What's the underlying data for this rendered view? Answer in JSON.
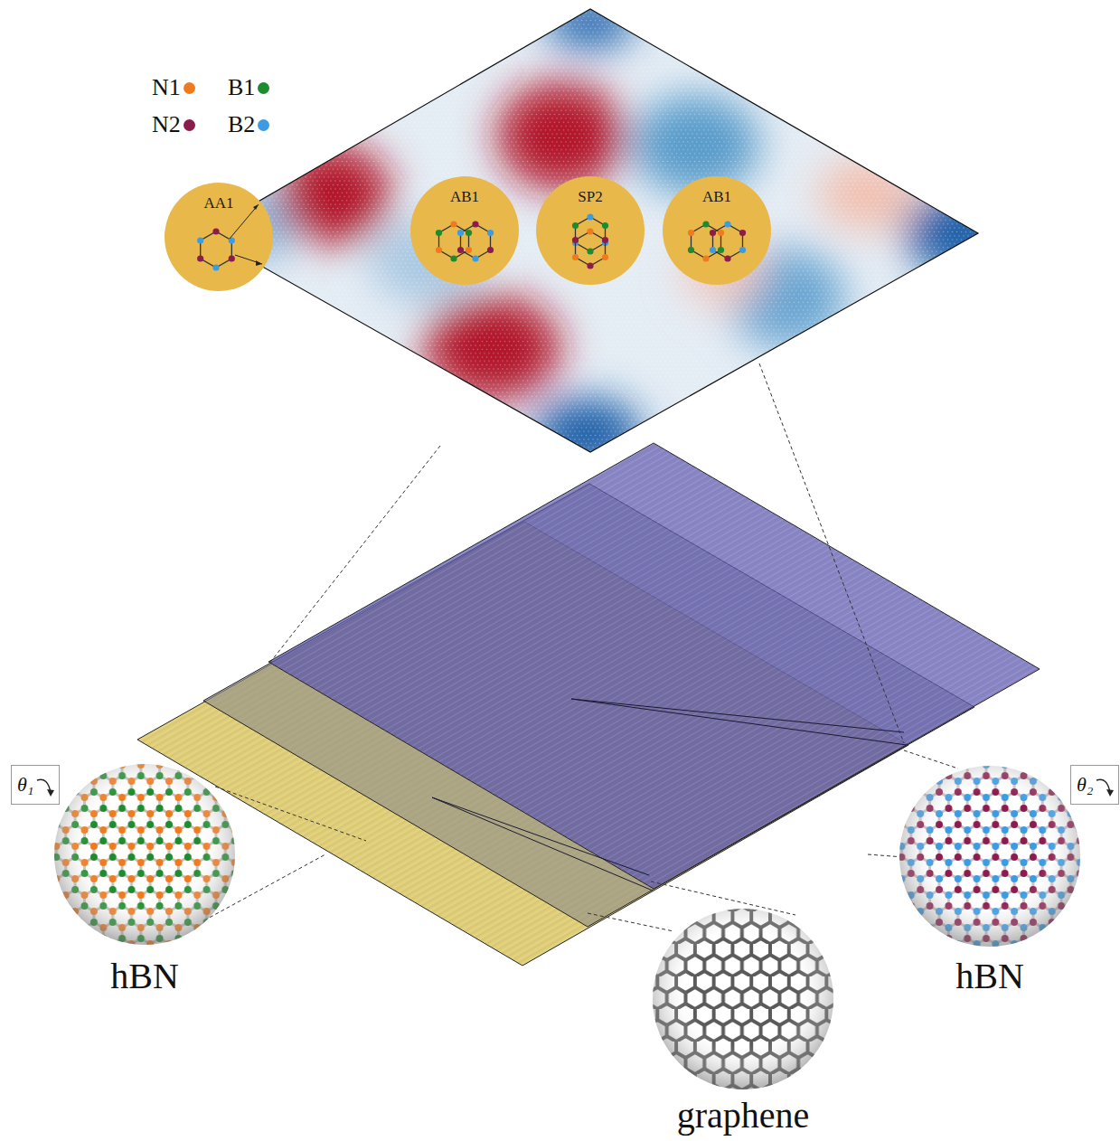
{
  "diagram": {
    "nodes": [
      {
        "text": [
          "AA1"
        ]
      },
      {
        "text": [
          "AB1"
        ]
      },
      {
        "text": [
          "SP2"
        ]
      },
      {
        "text": [
          "AB1"
        ]
      },
      {
        "text": [
          "θ₁"
        ]
      },
      {
        "text": [
          "θ₂"
        ]
      }
    ],
    "labels": [
      "hBN",
      "hBN",
      "graphene"
    ],
    "legend": [
      {
        "text": "N1",
        "color": "#f07a1e"
      },
      {
        "text": "B1",
        "color": "#1e8c2e"
      },
      {
        "text": "N2",
        "color": "#8c1c4c"
      },
      {
        "text": "B2",
        "color": "#3b9be3"
      }
    ]
  }
}
